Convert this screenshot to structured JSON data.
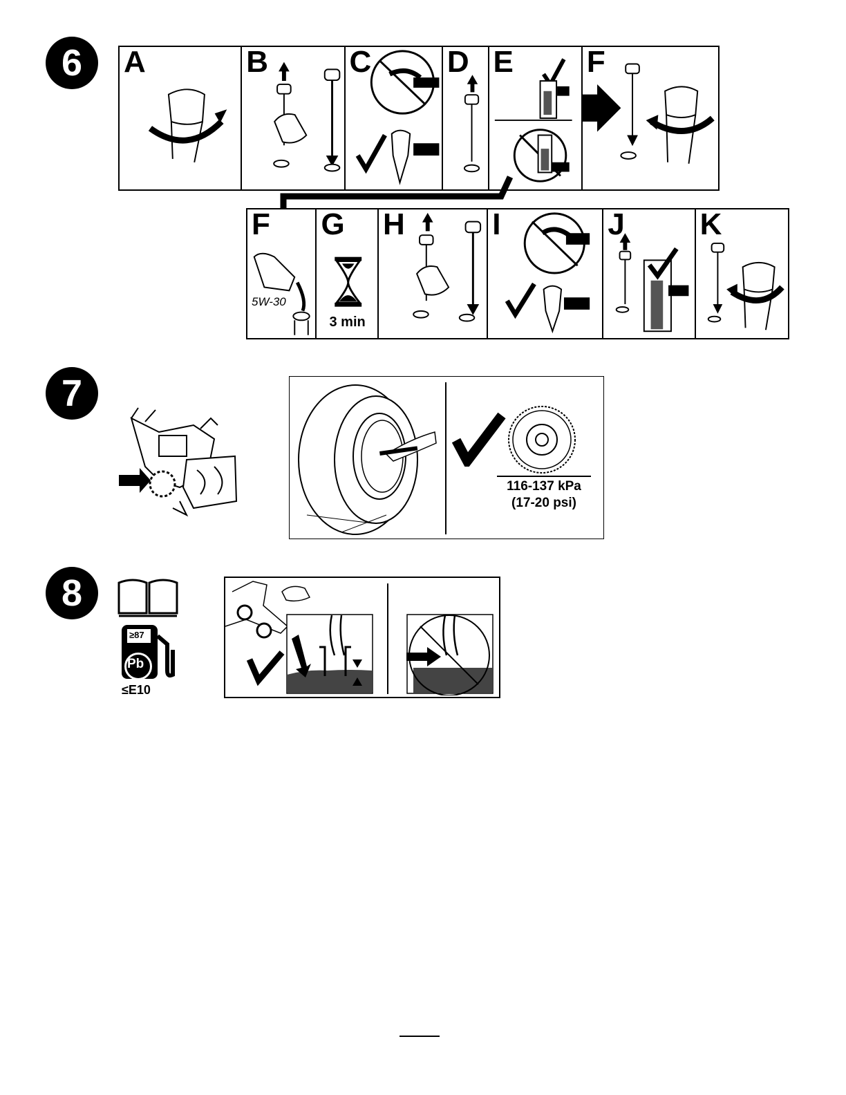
{
  "steps": [
    {
      "number": "6"
    },
    {
      "number": "7"
    },
    {
      "number": "8"
    }
  ],
  "step6": {
    "row1_labels": [
      "A",
      "B",
      "C",
      "D",
      "E",
      "F"
    ],
    "row2_labels": [
      "F",
      "G",
      "H",
      "I",
      "J",
      "K"
    ],
    "oil_grade": "5W-30",
    "wait_time": "3 min"
  },
  "step7": {
    "pressure_kpa": "116-137 kPa",
    "pressure_psi": "(17-20 psi)"
  },
  "step8": {
    "octane": "≥87",
    "lead_symbol": "Pb",
    "ethanol": "≤E10"
  },
  "icons": [
    "check-icon",
    "prohibited-icon",
    "arrow-icon",
    "dipstick-icon",
    "hourglass-icon",
    "book-icon",
    "fuel-pump-icon",
    "tire-icon",
    "snowblower-icon"
  ]
}
